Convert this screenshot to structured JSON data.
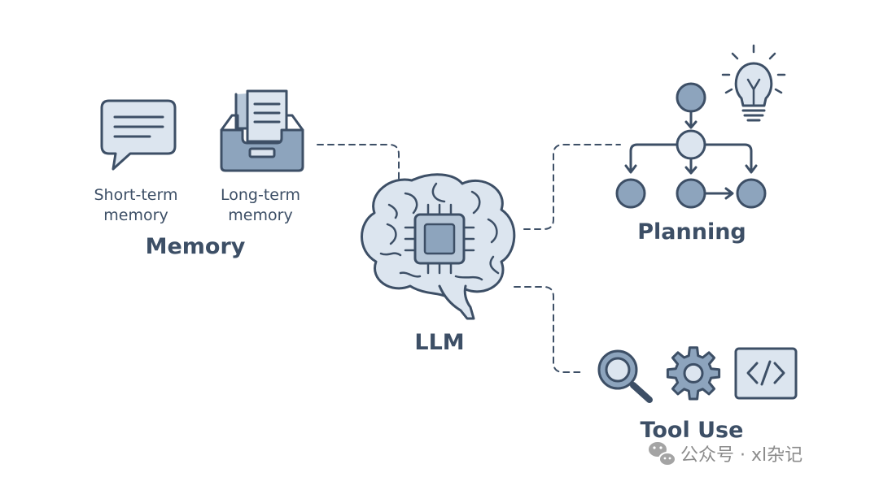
{
  "memory": {
    "title": "Memory",
    "short_term_label": "Short-term\nmemory",
    "long_term_label": "Long-term\nmemory"
  },
  "llm": {
    "label": "LLM"
  },
  "planning": {
    "title": "Planning"
  },
  "tool_use": {
    "title": "Tool Use"
  },
  "watermark": {
    "text": "公众号 · xl杂记"
  },
  "colors": {
    "stroke": "#3d4f66",
    "fill_light": "#dce5ef",
    "fill_mid": "#8da4bd",
    "label": "#3d4f66",
    "watermark": "#8b8b8b"
  }
}
